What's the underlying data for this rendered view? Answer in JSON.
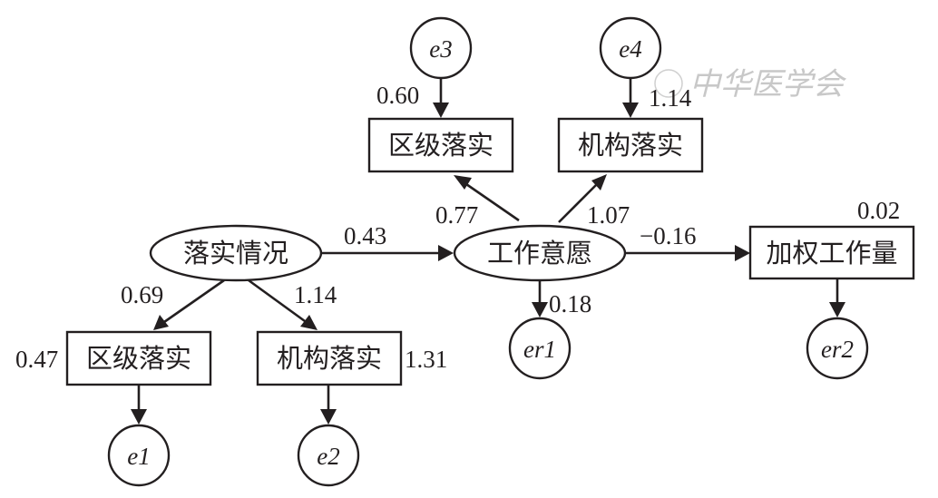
{
  "nodes": {
    "luoshi_qingkuang": "落实情况",
    "gongzuo_yiyuan": "工作意愿",
    "quji_luoshi_top": "区级落实",
    "jigou_luoshi_top": "机构落实",
    "quji_luoshi_bottom": "区级落实",
    "jigou_luoshi_bottom": "机构落实",
    "jiaquan_gongzuoliang": "加权工作量",
    "e1": "e1",
    "e2": "e2",
    "e3": "e3",
    "e4": "e4",
    "er1": "er1",
    "er2": "er2"
  },
  "coefficients": {
    "e3_to_quji": "0.60",
    "e4_to_jigou": "1.14",
    "yiyuan_to_quji": "0.77",
    "yiyuan_to_jigou": "1.07",
    "qingkuang_to_yiyuan": "0.43",
    "yiyuan_to_jiaquan": "−0.16",
    "jiaquan_r2": "0.02",
    "qingkuang_to_quji": "0.69",
    "qingkuang_to_jigou": "1.14",
    "quji_bottom_side": "0.47",
    "jigou_bottom_side": "1.31",
    "yiyuan_to_er1": "0.18"
  },
  "watermark": "中华医学会"
}
